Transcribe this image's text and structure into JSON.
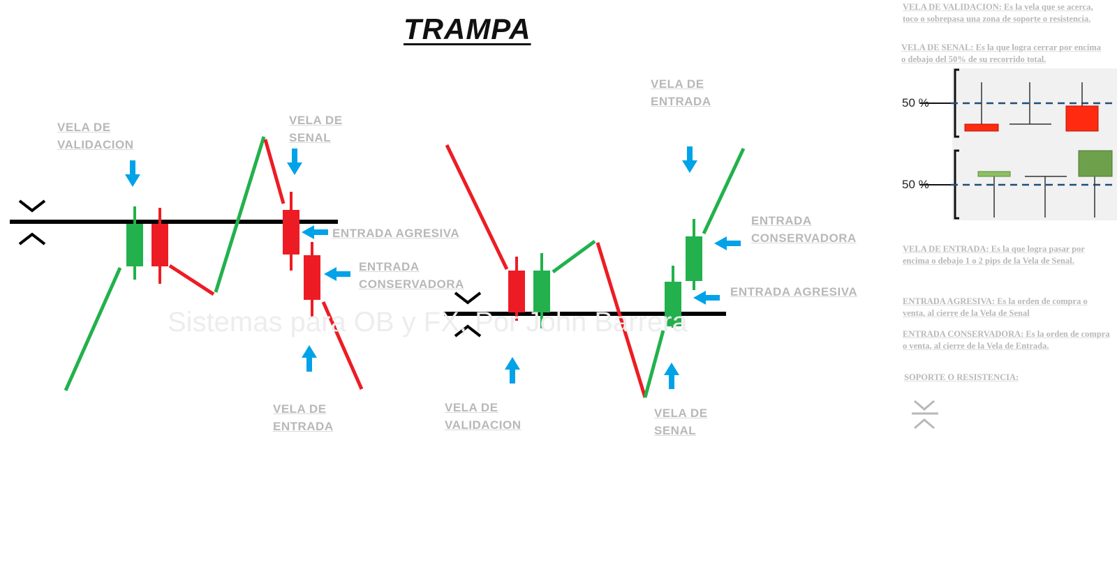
{
  "title": "TRAMPA",
  "watermark": "Sistemas para OB y FX, Por John Barrera",
  "left_scenario": {
    "validation_label": [
      "VELA DE",
      "VALIDACION"
    ],
    "signal_label": [
      "VELA DE",
      "SENAL"
    ],
    "entry_label": [
      "VELA DE",
      "ENTRADA"
    ],
    "aggressive_label": "ENTRADA AGRESIVA",
    "conservative_label": [
      "ENTRADA",
      "CONSERVADORA"
    ]
  },
  "right_scenario": {
    "entry_label": [
      "VELA DE",
      "ENTRADA"
    ],
    "conservative_label": [
      "ENTRADA",
      "CONSERVADORA"
    ],
    "aggressive_label": "ENTRADA AGRESIVA",
    "validation_label": [
      "VELA DE",
      "VALIDACION"
    ],
    "signal_label": [
      "VELA DE",
      "SENAL"
    ]
  },
  "legend": {
    "validation_def": "VELA DE VALIDACION: Es la vela que se acerca, toco o sobrepasa una zona de soporte o resistencia.",
    "signal_def": "VELA DE SENAL: Es la que logra cerrar por encima o debajo del 50% de su recorrido total.",
    "fifty_percent_top": "50 %",
    "fifty_percent_bottom": "50 %",
    "entry_def": "VELA DE ENTRADA: Es la que logra pasar por encima o debajo 1 o 2 pips de la Vela de Senal.",
    "aggressive_def": "ENTRADA AGRESIVA: Es la orden de compra o venta, al cierre de la Vela de Senal",
    "conservative_def": "ENTRADA CONSERVADORA: Es la orden de compra o venta, al cierre de la Vela de Entrada.",
    "support_resistance_def": "SOPORTE O RESISTENCIA:"
  },
  "colors": {
    "bull": "#22b14c",
    "bear": "#ed1c24",
    "arrow": "#00a2e8",
    "level": "#000000",
    "label": "#b8b8b8",
    "dash": "#1f4e79",
    "legend_red": "#ff2a10",
    "legend_green": "#6ea04c"
  }
}
